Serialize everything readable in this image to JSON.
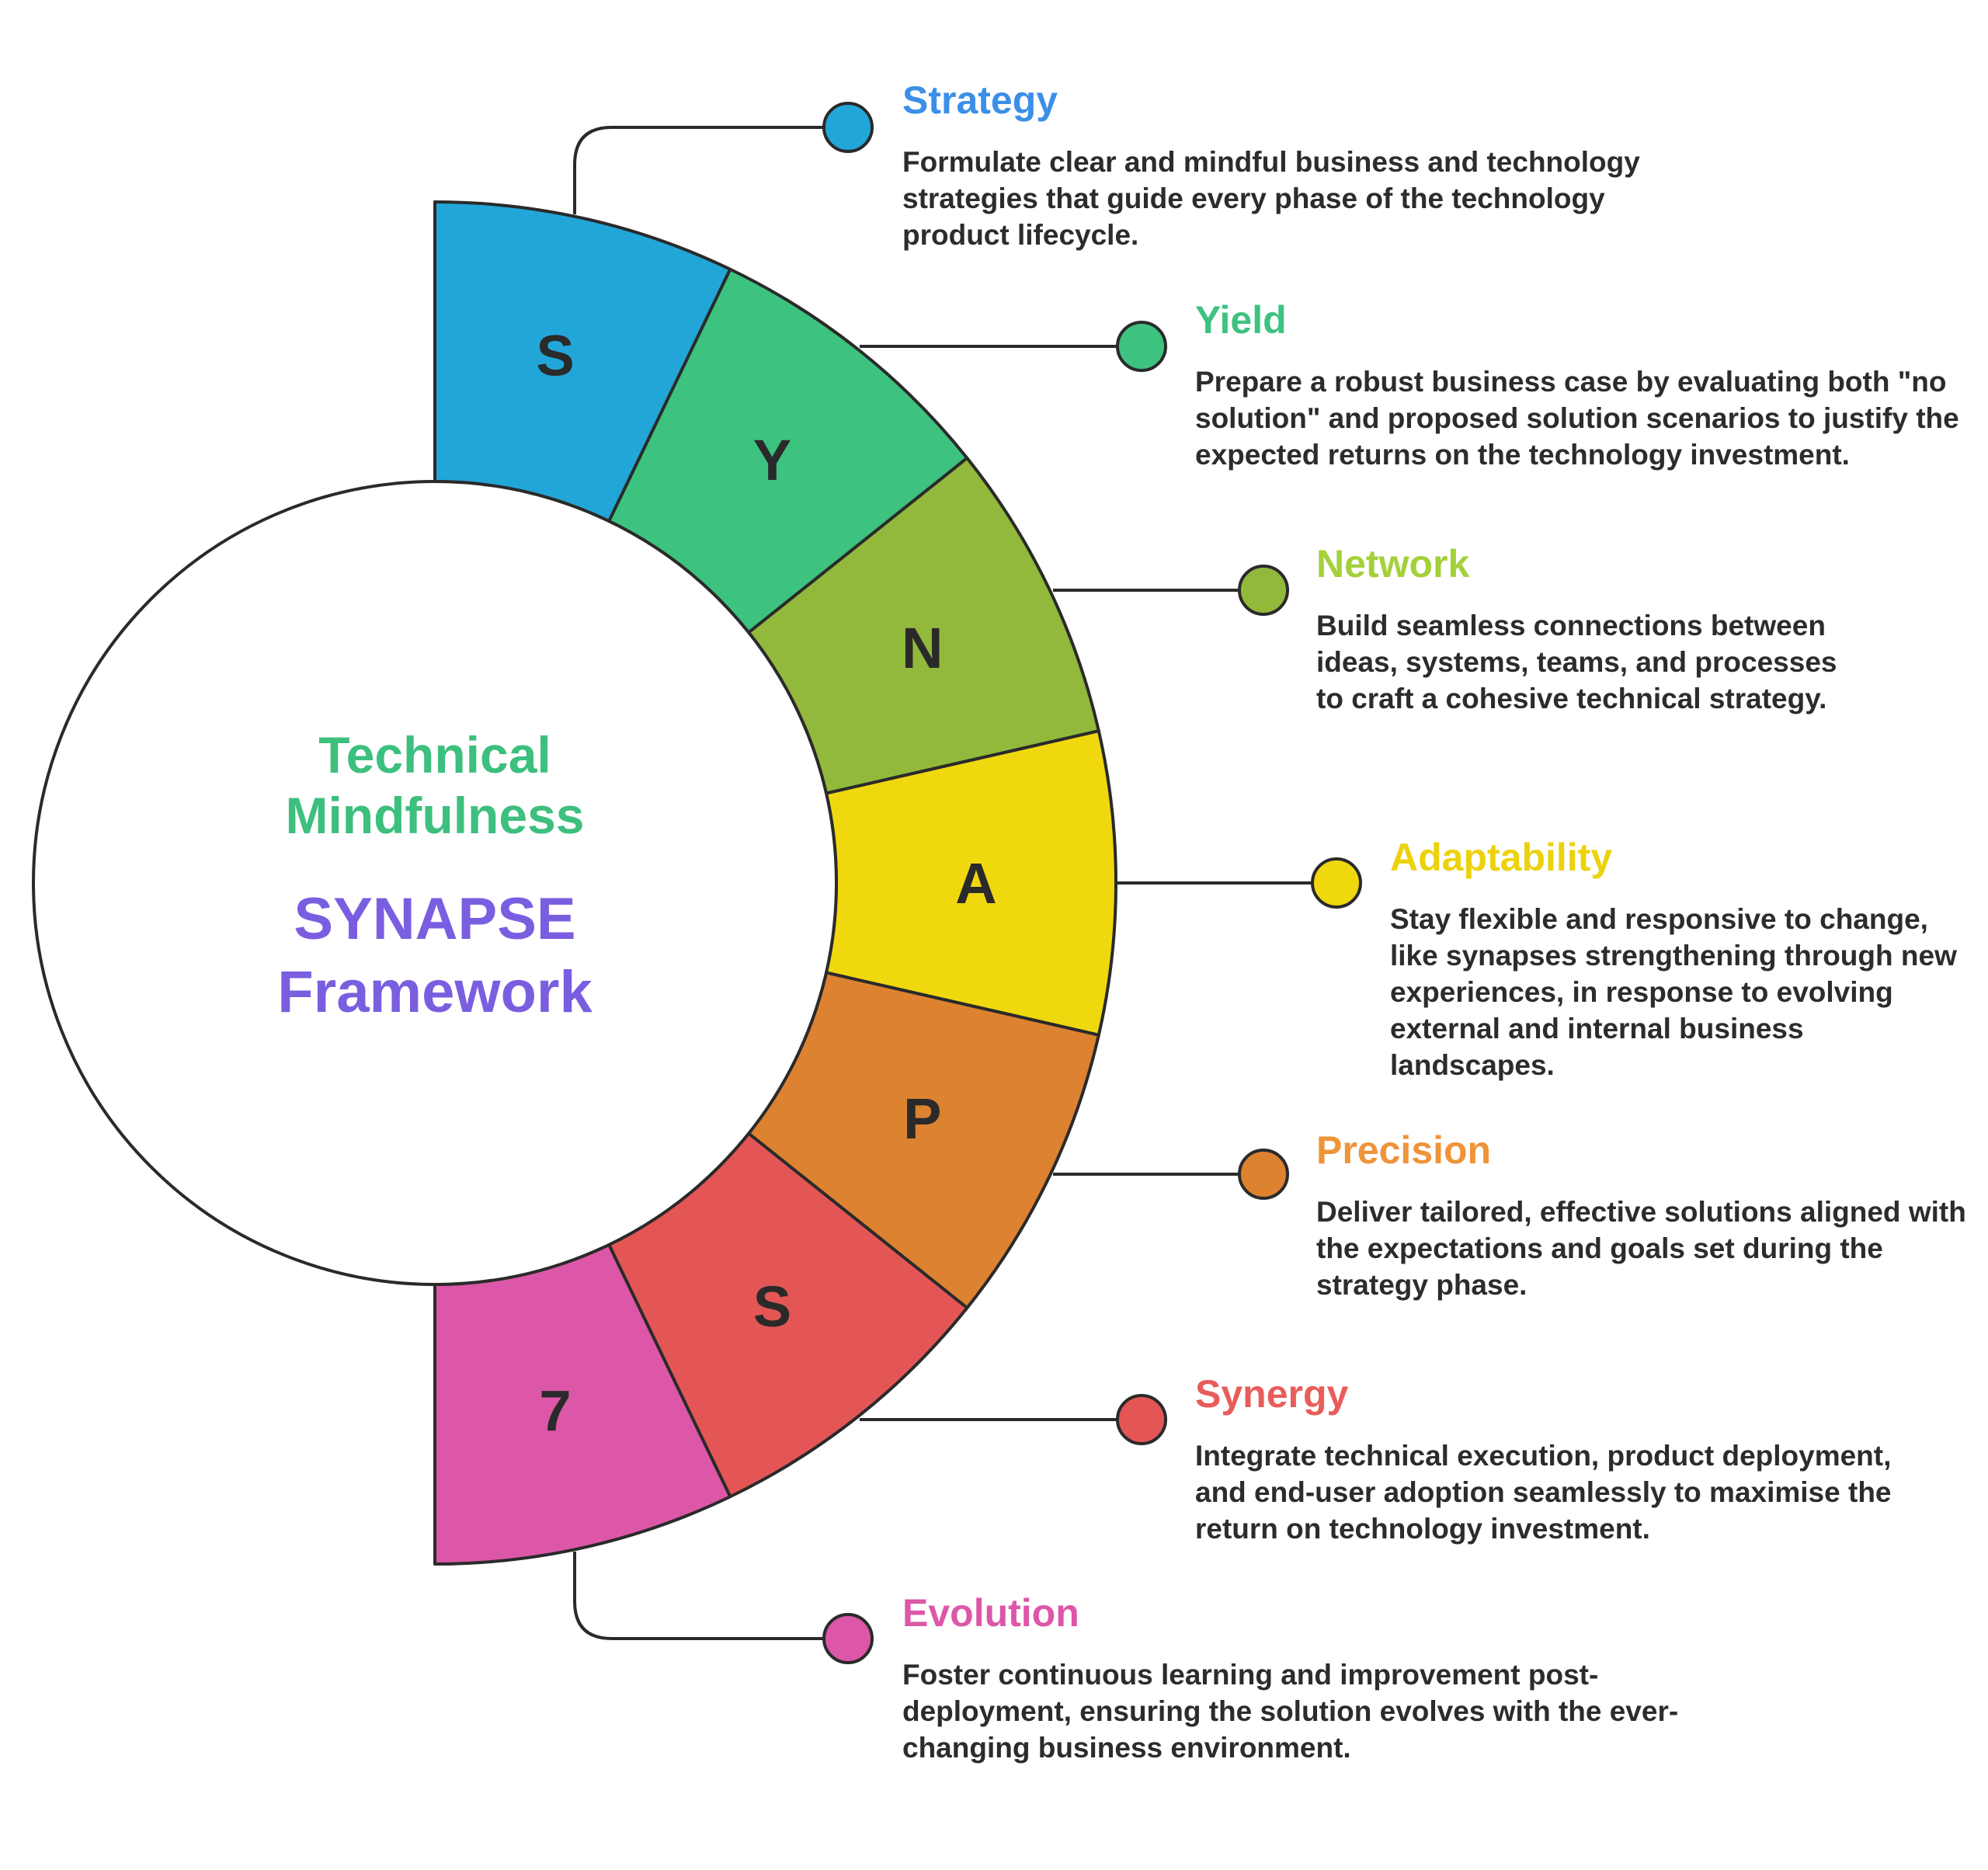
{
  "center": {
    "line1": "Technical",
    "line2": "Mindfulness",
    "line3": "SYNAPSE",
    "line4": "Framework",
    "color_top": "#3dbf7e",
    "color_bottom": "#7a5ee0"
  },
  "segments": [
    {
      "letter": "S",
      "color": "#22a6d8"
    },
    {
      "letter": "Y",
      "color": "#3dc280"
    },
    {
      "letter": "N",
      "color": "#92b93b"
    },
    {
      "letter": "A",
      "color": "#f0d80f"
    },
    {
      "letter": "P",
      "color": "#dd8230"
    },
    {
      "letter": "S",
      "color": "#e35655"
    },
    {
      "letter": "7",
      "color": "#dc57a7"
    }
  ],
  "items": [
    {
      "title": "Strategy",
      "title_color": "#3b8fe8",
      "dot_color": "#22a6d8",
      "description": "Formulate clear and mindful business and technology strategies that guide every phase of the technology product lifecycle."
    },
    {
      "title": "Yield",
      "title_color": "#3dc280",
      "dot_color": "#3dc280",
      "description": "Prepare a robust business case by evaluating both \"no solution\" and proposed solution scenarios to justify the expected returns on the technology investment."
    },
    {
      "title": "Network",
      "title_color": "#a4d03a",
      "dot_color": "#92b93b",
      "description": "Build seamless connections between ideas, systems, teams, and processes to craft a cohesive technical strategy."
    },
    {
      "title": "Adaptability",
      "title_color": "#ecd20c",
      "dot_color": "#f0d80f",
      "description": "Stay flexible and responsive to change, like synapses strengthening through new experiences, in response to evolving external and internal business landscapes."
    },
    {
      "title": "Precision",
      "title_color": "#ef9439",
      "dot_color": "#dd8230",
      "description": "Deliver tailored, effective solutions aligned with the expectations and goals set during the strategy phase."
    },
    {
      "title": "Synergy",
      "title_color": "#e85c5a",
      "dot_color": "#e35655",
      "description": "Integrate technical execution, product deployment, and end-user adoption seamlessly to maximise the return on technology investment."
    },
    {
      "title": "Evolution",
      "title_color": "#dc57a7",
      "dot_color": "#dc57a7",
      "description": "Foster continuous learning and improvement post-deployment, ensuring the solution evolves with the ever-changing business environment."
    }
  ]
}
